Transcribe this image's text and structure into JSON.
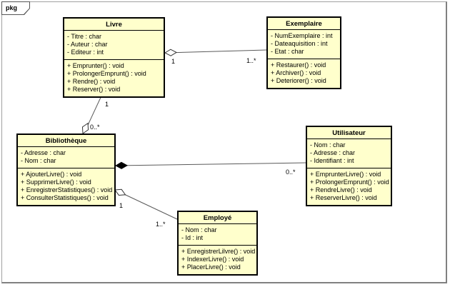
{
  "frame": {
    "tag": "pkg"
  },
  "diagram": {
    "type": "uml-class-diagram",
    "colors": {
      "class_fill": "#FFFFCC",
      "class_border": "#000000",
      "connector": "#5A5A5A"
    },
    "classes": [
      {
        "name": "Livre",
        "attributes": [
          "- Titre : char",
          "- Auteur : char",
          "- Editeur : int"
        ],
        "methods": [
          "+ Emprunter() : void",
          "+ ProlongerEmprunt() : void",
          "+ Rendre() : void",
          "+ Reserver() : void"
        ]
      },
      {
        "name": "Exemplaire",
        "attributes": [
          "- NumExemplaire : int",
          "- Dateaquisition : int",
          "- Etat : char"
        ],
        "methods": [
          "+ Restaurer() : void",
          "+ Archiver() : void",
          "+ Deteriorer() : void"
        ]
      },
      {
        "name": "Bibliothèque",
        "attributes": [
          "- Adresse : char",
          "- Nom : char"
        ],
        "methods": [
          "+ AjouterLivre() : void",
          "+ SupprimerLivre() : void",
          "+ EnregistrerStatistiques() : void",
          "+ ConsulterStatistiques() : void"
        ]
      },
      {
        "name": "Utilisateur",
        "attributes": [
          "- Nom : char",
          "- Adresse : char",
          "- Identifiant : int"
        ],
        "methods": [
          "+ EmprunterLivre() : void",
          "+ ProlongerEmprunt() : void",
          "+ RendreLivre() : void",
          "+ ReserverLivre() : void"
        ]
      },
      {
        "name": "Employé",
        "attributes": [
          "- Nom : char",
          "- Id : int"
        ],
        "methods": [
          "+ EnregistrerLilvre() : void",
          "+ IndexerLivre() : void",
          "+ PlacerLivre() : void"
        ]
      }
    ],
    "associations": [
      {
        "from": "Livre",
        "to": "Exemplaire",
        "type": "aggregation",
        "diamond": "open",
        "diamond_at": "Livre",
        "labels": [
          "1",
          "1..*"
        ]
      },
      {
        "from": "Bibliothèque",
        "to": "Livre",
        "type": "aggregation",
        "diamond": "open",
        "diamond_at": "Bibliothèque",
        "labels": [
          "1",
          "0..*"
        ]
      },
      {
        "from": "Bibliothèque",
        "to": "Utilisateur",
        "type": "composition",
        "diamond": "filled",
        "diamond_at": "Bibliothèque",
        "labels": [
          "0..*"
        ]
      },
      {
        "from": "Bibliothèque",
        "to": "Employé",
        "type": "aggregation",
        "diamond": "open",
        "diamond_at": "Bibliothèque",
        "labels": [
          "1",
          "1..*"
        ]
      }
    ]
  }
}
